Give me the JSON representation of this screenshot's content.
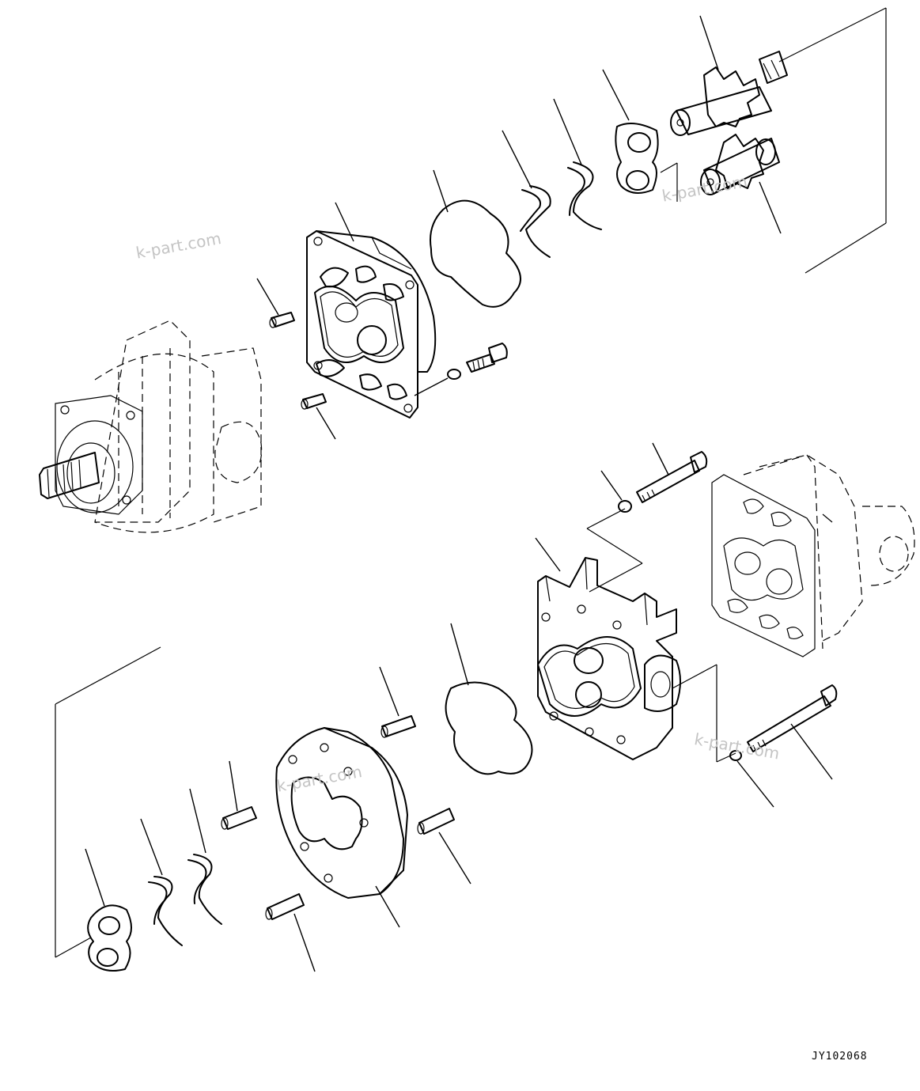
{
  "drawing": {
    "code": "JY102068",
    "watermarks": [
      "k-part.com",
      "k-part.com",
      "k-part.com",
      "k-part.com"
    ]
  }
}
